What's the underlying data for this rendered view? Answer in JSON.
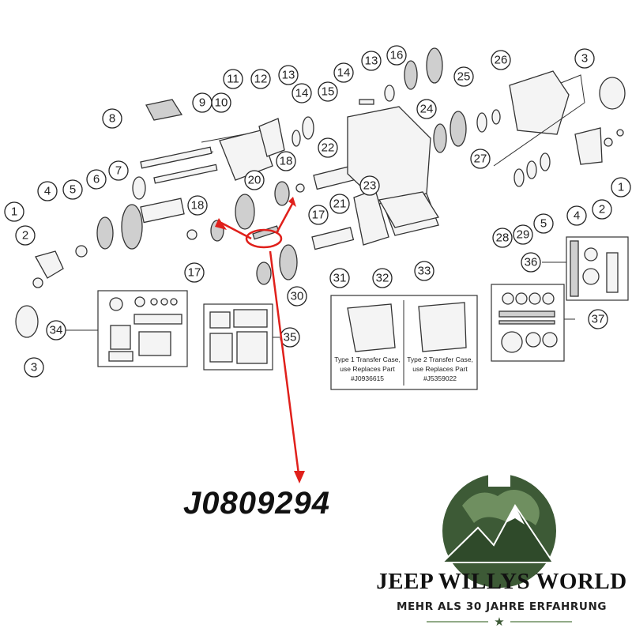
{
  "diagram": {
    "callouts": [
      "1",
      "2",
      "3",
      "4",
      "5",
      "6",
      "7",
      "8",
      "9",
      "10",
      "11",
      "12",
      "13",
      "14",
      "15",
      "16",
      "17",
      "18",
      "20",
      "21",
      "22",
      "23",
      "24",
      "25",
      "26",
      "27",
      "28",
      "29",
      "30",
      "31",
      "32",
      "33",
      "34",
      "35",
      "36",
      "37"
    ],
    "notes": {
      "type1": {
        "line1": "Type 1 Transfer Case,",
        "line2": "use Replaces Part",
        "line3": "#J0936615"
      },
      "type2": {
        "line1": "Type 2 Transfer Case,",
        "line2": "use Replaces Part",
        "line3": "#J5359022"
      }
    }
  },
  "highlight": {
    "part_number": "J0809294",
    "color": "#e0201b"
  },
  "brand": {
    "name": "JEEP WILLYS WORLD",
    "tagline": "MEHR ALS 30 JAHRE ERFAHRUNG",
    "colors": {
      "green": "#3d5a36",
      "light_green": "#6f8f60"
    }
  }
}
